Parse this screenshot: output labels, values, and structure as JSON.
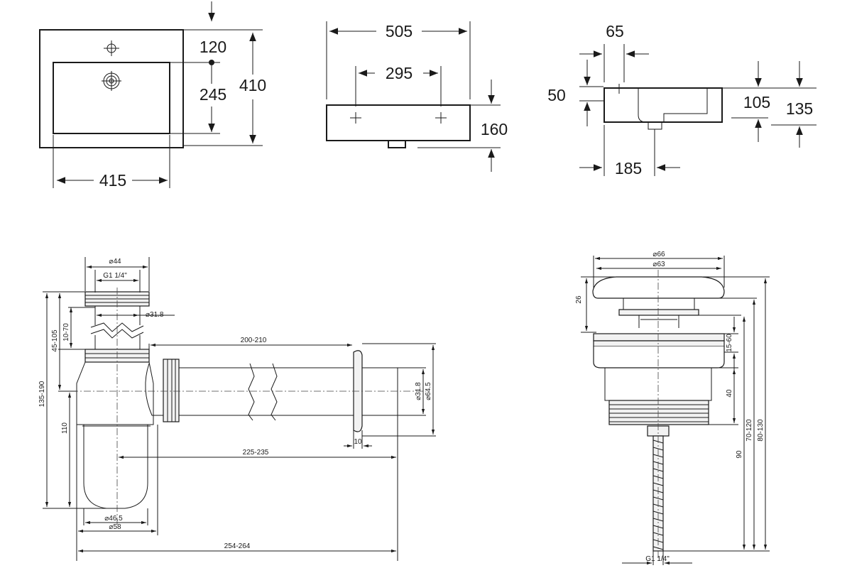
{
  "basin": {
    "top": {
      "w": "415",
      "h": "410",
      "tap_offset": "120",
      "bowl_depth": "245"
    },
    "front": {
      "w": "505",
      "holes": "295",
      "h": "160"
    },
    "side": {
      "tap": "65",
      "lip": "50",
      "inner": "105",
      "outer": "135",
      "depth": "185"
    }
  },
  "siphon": {
    "d_top": "⌀44",
    "thread": "G1 1/4\"",
    "d_pipe": "⌀31.8",
    "adj1": "10-70",
    "adj2": "45-105",
    "total": "135-190",
    "body": "110",
    "arm": "200-210",
    "pipe_d": "⌀31.8",
    "flange_d": "⌀64.5",
    "flange_t": "10",
    "center_len": "225-235",
    "d_low1": "⌀46.5",
    "d_low2": "⌀58",
    "total_len": "254-264"
  },
  "drain": {
    "d_cap": "⌀66",
    "d_inner": "⌀63",
    "cap_h": "26",
    "range1": "15-60",
    "d40": "40",
    "h90": "90",
    "range2": "70-120",
    "range3": "80-130",
    "thread": "G1 1/4\""
  }
}
